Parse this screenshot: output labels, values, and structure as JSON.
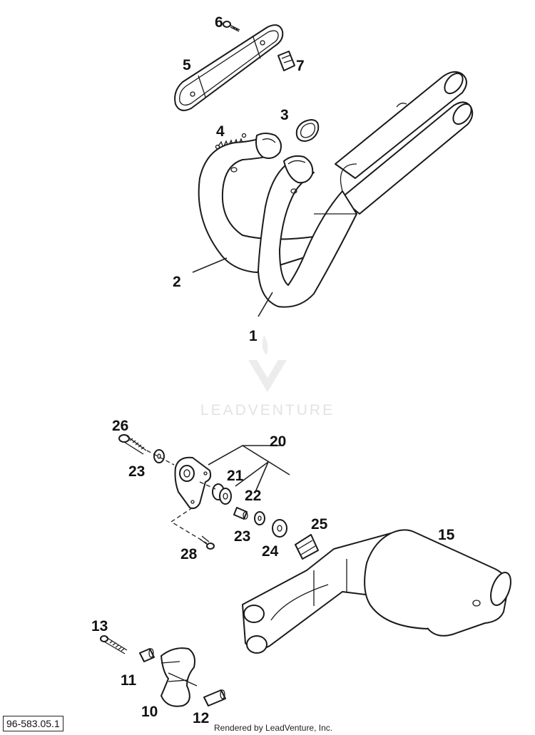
{
  "diagram": {
    "id": "96-583.05.1",
    "credit": "Rendered by LeadVenture, Inc.",
    "watermark": "LEADVENTURE",
    "callouts": {
      "c1": "1",
      "c2": "2",
      "c3": "3",
      "c4": "4",
      "c5": "5",
      "c6": "6",
      "c7": "7",
      "c10": "10",
      "c11": "11",
      "c12": "12",
      "c13": "13",
      "c15": "15",
      "c20": "20",
      "c21": "21",
      "c22": "22",
      "c23a": "23",
      "c23b": "23",
      "c24": "24",
      "c25": "25",
      "c26": "26",
      "c28": "28"
    }
  }
}
